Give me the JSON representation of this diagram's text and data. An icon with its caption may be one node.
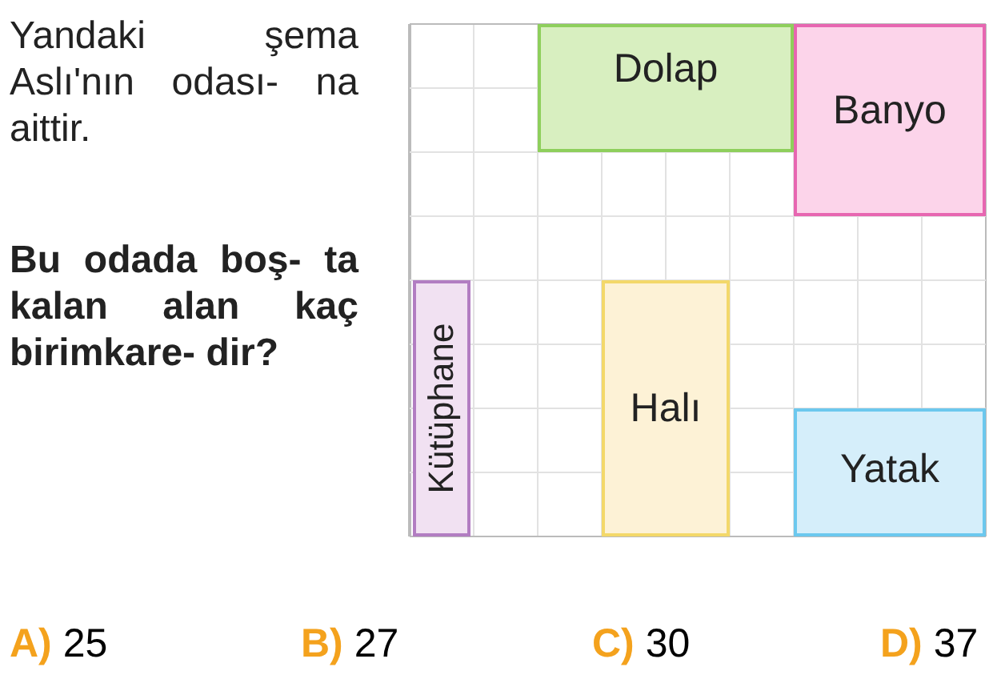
{
  "diagram": {
    "nodes": [
      {
        "text": [
          "Dolap"
        ]
      },
      {
        "text": [
          "Banyo"
        ]
      },
      {
        "text": [
          "Kütüphane"
        ]
      },
      {
        "text": [
          "Halı"
        ]
      },
      {
        "text": [
          "Yatak"
        ]
      }
    ],
    "labels": [
      "Yandaki şema Aslı'nın odası- na aittir.",
      "Bu odada boş- ta kalan alan kaç birimkare- dir?",
      "A)",
      "25",
      "B)",
      "27",
      "C)",
      "30",
      "D)",
      "37"
    ]
  }
}
